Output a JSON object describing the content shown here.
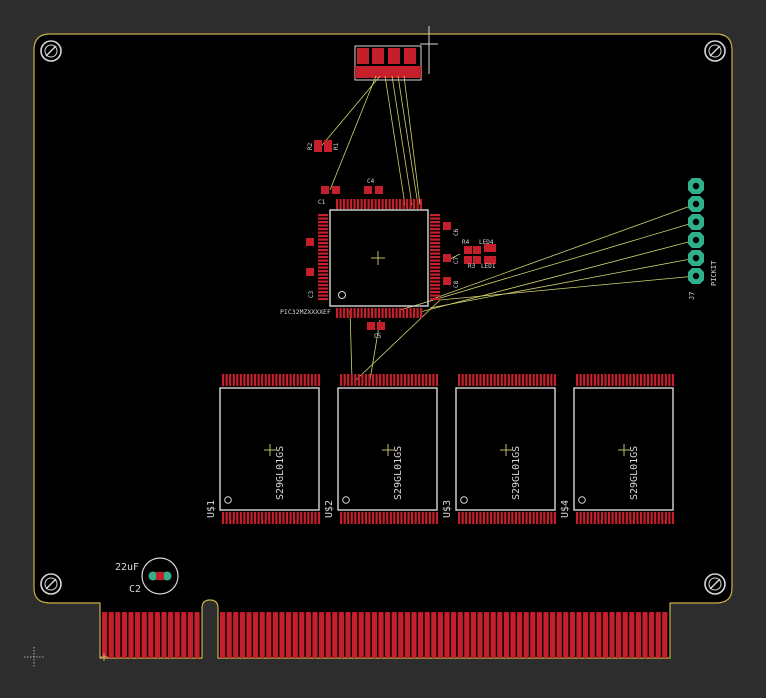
{
  "colors": {
    "background": "#2d2d2d",
    "board": "#000000",
    "outline": "#c8b048",
    "pad": "#c41f2a",
    "pad_dark": "#7a1118",
    "silk": "#d8d8d8",
    "ratsnest": "#d2d26e",
    "through_pad": "#2fb08a"
  },
  "labels": {
    "mcu_ref": "PIC32MZXXXXEF",
    "cap_c1": "C1",
    "cap_c3": "C3",
    "cap_c4": "C4",
    "cap_c5": "C5",
    "cap_c6": "C6",
    "cap_c7": "C7",
    "cap_c8": "C8",
    "cap_c2": "C2",
    "cap_c2_value": "22uF",
    "res_r1": "R1",
    "res_r2": "R2",
    "res_r3": "R3",
    "res_r4": "R4",
    "led1": "LED1",
    "led4": "LED4",
    "j_ref": "J7",
    "pickit": "PICKIT",
    "u1": "U$1",
    "u2": "U$2",
    "u3": "U$3",
    "u4": "U$4",
    "flash_part": "S29GL01GS"
  },
  "icons": [
    "mounting-hole-icon",
    "crosshair-icon",
    "origin-marker-icon"
  ]
}
